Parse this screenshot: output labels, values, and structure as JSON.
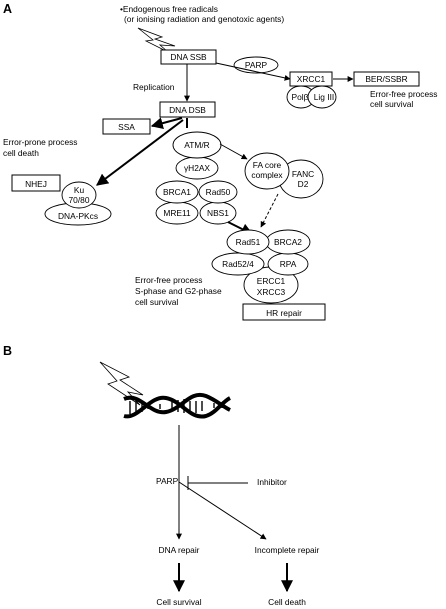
{
  "panels": {
    "a": {
      "letter": "A",
      "source_line1": "•Endogenous free radicals",
      "source_line2": "(or ionising radiation and genotoxic agents)",
      "dna_ssb": "DNA SSB",
      "parp": "PARP",
      "xrcc1": "XRCC1",
      "pol_beta": "Polβ",
      "lig_iii": "Lig III",
      "ber_ssbr": "BER/SSBR",
      "error_free_1": "Error-free process",
      "error_free_2": "cell survival",
      "replication": "Replication",
      "dna_dsb": "DNA DSB",
      "ssa": "SSA",
      "error_prone_1": "Error-prone process",
      "error_prone_2": "cell death",
      "nhej": "NHEJ",
      "ku_1": "Ku",
      "ku_2": "70/80",
      "dna_pkcs": "DNA-PKcs",
      "atm_r": "ATM/R",
      "gamma_h2ax": "γH2AX",
      "brca1": "BRCA1",
      "rad50": "Rad50",
      "mre11": "MRE11",
      "nbs1": "NBS1",
      "fa_core_1": "FA core",
      "fa_core_2": "complex",
      "fanc_1": "FANC",
      "fanc_2": "D2",
      "rad51": "Rad51",
      "brca2": "BRCA2",
      "rad52_4": "Rad52/4",
      "rpa": "RPA",
      "ercc1": "ERCC1",
      "xrcc3": "XRCC3",
      "hr_free_1": "Error-free process",
      "hr_free_2": "S-phase and G2-phase",
      "hr_free_3": "cell survival",
      "hr_repair": "HR repair"
    },
    "b": {
      "letter": "B",
      "parp": "PARP",
      "inhibitor": "Inhibitor",
      "dna_repair": "DNA repair",
      "incomplete_repair": "Incomplete repair",
      "cell_survival": "Cell survival",
      "cell_death": "Cell death"
    }
  }
}
